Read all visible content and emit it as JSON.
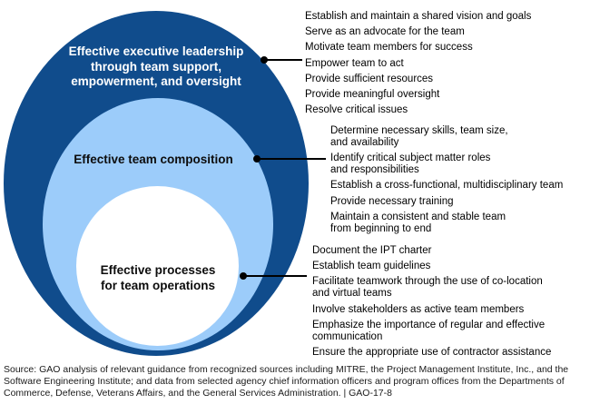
{
  "figure": {
    "type": "nested-ellipse-diagram",
    "colors": {
      "outer_ring": "#104C8C",
      "middle_ring": "#9CCCFA",
      "inner_ring": "#FFFFFF",
      "connector": "#000000",
      "outer_label_text": "#FFFFFF",
      "body_text": "#000000"
    },
    "rings": {
      "outer_label": "Effective executive leadership\nthrough team support,\nempowerment, and oversight",
      "middle_label": "Effective team composition",
      "inner_label": "Effective processes\nfor team operations"
    }
  },
  "lists": {
    "leadership": {
      "items": [
        "Establish and maintain a shared vision and goals",
        "Serve as an advocate for the team",
        "Motivate team members for success",
        "Empower team to act",
        "Provide sufficient resources",
        "Provide meaningful oversight",
        "Resolve critical issues"
      ]
    },
    "composition": {
      "items": [
        "Determine necessary skills, team size,\nand availability",
        "Identify critical subject matter roles\nand responsibilities",
        "Establish a cross-functional, multidisciplinary team",
        "Provide necessary training",
        "Maintain a consistent and stable team\nfrom beginning to end"
      ]
    },
    "processes": {
      "items": [
        "Document the IPT charter",
        "Establish team guidelines",
        "Facilitate teamwork through the use of co-location\nand virtual teams",
        "Involve stakeholders as active team members",
        "Emphasize the importance of regular and effective\ncommunication",
        "Ensure the appropriate use of contractor assistance"
      ]
    }
  },
  "source_note": "Source: GAO analysis of relevant guidance from recognized sources including MITRE, the Project Management Institute, Inc., and the\nSoftware Engineering Institute; and data from selected agency chief information officers and program offices from the Departments of\nCommerce, Defense, Veterans Affairs, and the General Services Administration.  |  GAO-17-8"
}
